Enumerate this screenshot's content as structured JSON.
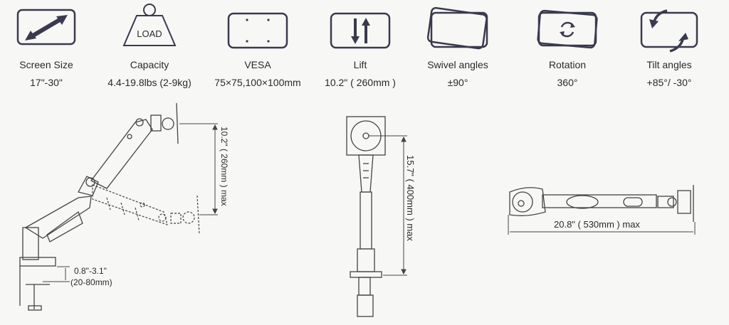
{
  "colors": {
    "icon": "#3a3a4e",
    "text": "#2a2a2a",
    "background": "#f7f7f6",
    "line": "#555555"
  },
  "specs": [
    {
      "icon": "diagonal-arrow-icon",
      "label": "Screen Size",
      "value": "17\"-30\""
    },
    {
      "icon": "load-weight-icon",
      "label": "Capacity",
      "value": "4.4-19.8lbs (2-9kg)",
      "icon_text": "LOAD"
    },
    {
      "icon": "vesa-holes-icon",
      "label": "VESA",
      "value": "75×75,100×100mm"
    },
    {
      "icon": "lift-arrows-icon",
      "label": "Lift",
      "value": "10.2\" ( 260mm )"
    },
    {
      "icon": "swivel-icon",
      "label": "Swivel angles",
      "value": "±90°"
    },
    {
      "icon": "rotation-icon",
      "label": "Rotation",
      "value": "360°"
    },
    {
      "icon": "tilt-icon",
      "label": "Tilt angles",
      "value": "+85°/  -30°"
    }
  ],
  "diagrams": {
    "side_view": {
      "lift_dim": "10.2\" ( 260mm ) max",
      "clamp_dim_1": "0.8\"-3.1\"",
      "clamp_dim_2": "(20-80mm)"
    },
    "front_view": {
      "height_dim": "15.7\" ( 400mm ) max"
    },
    "top_view": {
      "reach_dim": "20.8\" ( 530mm ) max"
    }
  }
}
